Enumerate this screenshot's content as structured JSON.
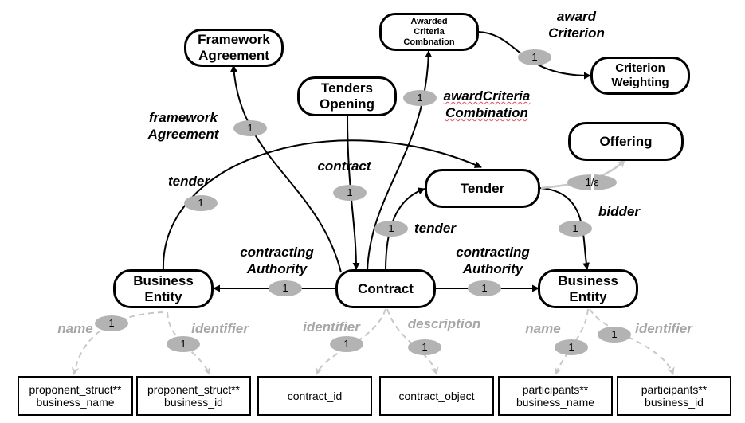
{
  "nodes": {
    "framework_agreement": "Framework\nAgreement",
    "awarded_criteria_combination": "Awarded\nCriteria\nCombnation",
    "criterion_weighting": "Criterion\nWeighting",
    "tenders_opening": "Tenders\nOpening",
    "offering": "Offering",
    "tender": "Tender",
    "business_entity_left": "Business\nEntity",
    "contract": "Contract",
    "business_entity_right": "Business\nEntity"
  },
  "fields": {
    "proponent_name": "proponent_struct**\nbusiness_name",
    "proponent_id": "proponent_struct**\nbusiness_id",
    "contract_id": "contract_id",
    "contract_object": "contract_object",
    "participants_name": "participants**\nbusiness_name",
    "participants_id": "participants**\nbusiness_id"
  },
  "labels": {
    "award_criterion": "award\nCriterion",
    "award_criteria_combination": "awardCriteria\nCombination",
    "framework_agreement": "framework\nAgreement",
    "tender_left": "tender",
    "contract": "contract",
    "tender_mid": "tender",
    "bidder": "bidder",
    "contracting_authority_left": "contracting\nAuthority",
    "contracting_authority_right": "contracting\nAuthority",
    "name_left": "name",
    "identifier_left": "identifier",
    "identifier_mid": "identifier",
    "description": "description",
    "name_right": "name",
    "identifier_right": "identifier"
  },
  "cardinalities": {
    "award_criterion": "1",
    "award_criteria_combination": "1",
    "framework_agreement": "1",
    "tender_left": "1",
    "contract": "1",
    "tender_mid": "1",
    "offering": "1/ε",
    "bidder": "1",
    "contracting_authority_left": "1",
    "contracting_authority_right": "1",
    "name_left": "1",
    "identifier_left": "1",
    "identifier_mid": "1",
    "description": "1",
    "name_right": "1",
    "identifier_right": "1"
  },
  "colors": {
    "edge": "#000000",
    "attribute_edge": "#c8c8c8",
    "cardinality_fill": "#b3b3b3",
    "attribute_label": "#a6a6a6"
  }
}
